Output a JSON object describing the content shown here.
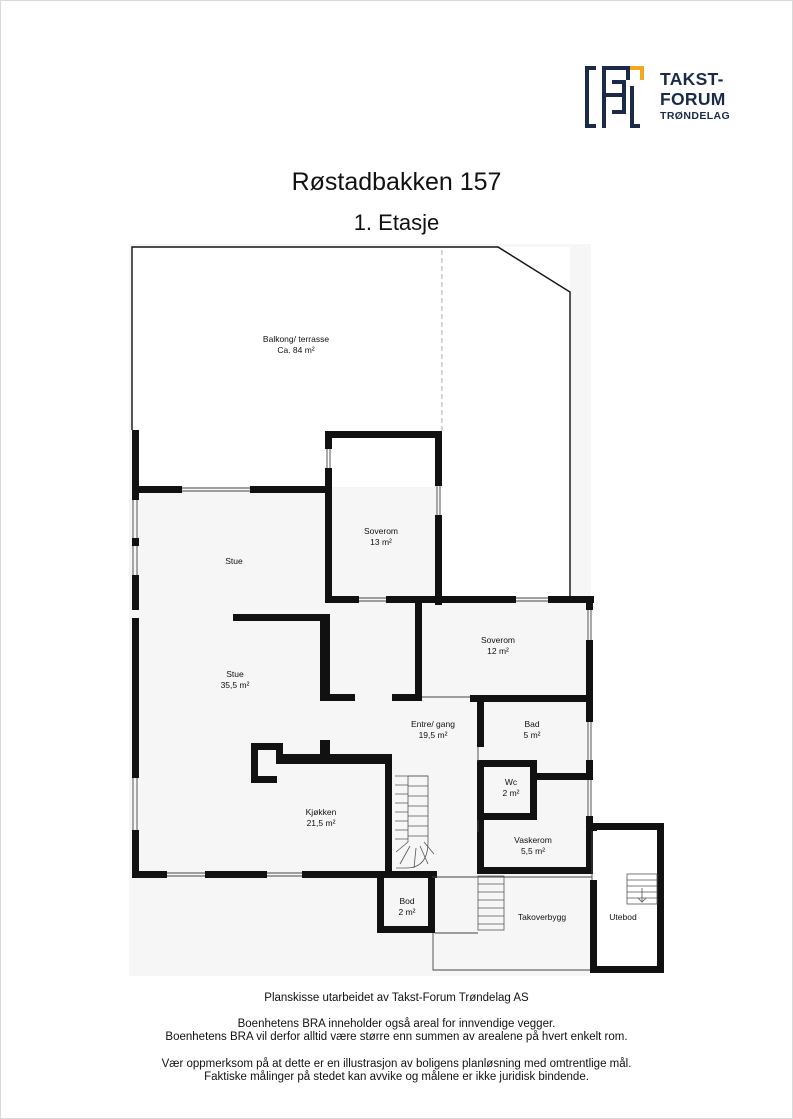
{
  "header": {
    "logo": {
      "line1": "TAKST-",
      "line2": "FORUM",
      "line3": "TRØNDELAG",
      "navy": "#1c2a4a",
      "accent": "#f0a81c"
    },
    "title": "Røstadbakken 157",
    "subtitle": "1. Etasje"
  },
  "rooms": {
    "balkong": {
      "name": "Balkong/ terrasse",
      "area": "Ca. 84 m²"
    },
    "soverom_13": {
      "name": "Soverom",
      "area": "13 m²"
    },
    "stue_upper": {
      "name": "Stue"
    },
    "stue_main": {
      "name": "Stue",
      "area": "35,5 m²"
    },
    "soverom_12": {
      "name": "Soverom",
      "area": "12 m²"
    },
    "entre": {
      "name": "Entre/ gang",
      "area": "19,5 m²"
    },
    "bad": {
      "name": "Bad",
      "area": "5 m²"
    },
    "wc": {
      "name": "Wc",
      "area": "2 m²"
    },
    "kjokken": {
      "name": "Kjøkken",
      "area": "21,5 m²"
    },
    "vaskerom": {
      "name": "Vaskerom",
      "area": "5,5 m²"
    },
    "bod": {
      "name": "Bod",
      "area": "2 m²"
    },
    "takoverbygg": {
      "name": "Takoverbygg"
    },
    "utebod": {
      "name": "Utebod"
    }
  },
  "footer": {
    "line1": "Planskisse utarbeidet av Takst-Forum Trøndelag AS",
    "line2": "Boenhetens BRA inneholder også areal for innvendige vegger.",
    "line3": "Boenhetens BRA vil derfor alltid være større enn summen av arealene på hvert enkelt rom.",
    "line4": "Vær oppmerksom på at dette er en illustrasjon av boligens planløsning med omtrentlige mål.",
    "line5": "Faktiske målinger på stedet kan avvike og målene er ikke juridisk bindende."
  }
}
